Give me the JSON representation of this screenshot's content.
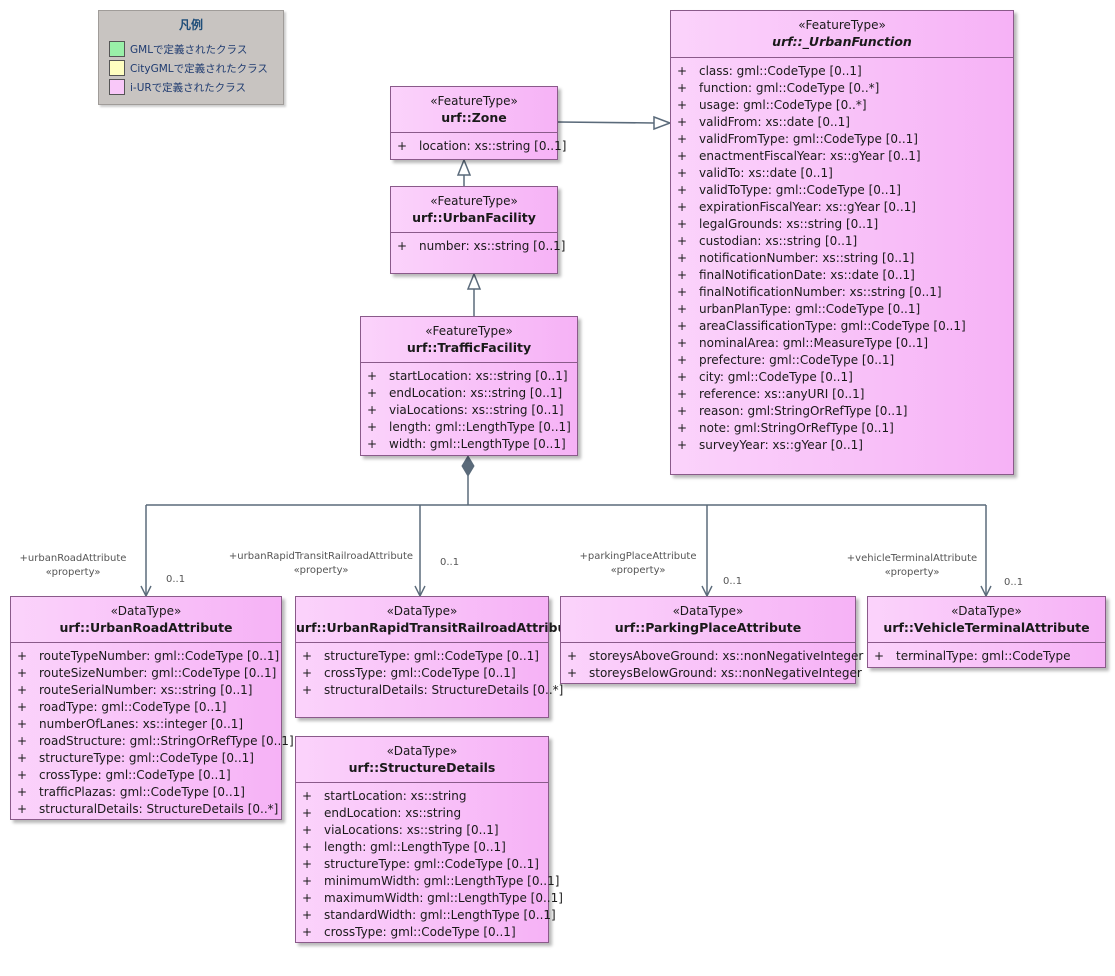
{
  "legend": {
    "title": "凡例",
    "items": [
      {
        "label": "GMLで定義されたクラス",
        "color": "#99f0a8"
      },
      {
        "label": "CityGMLで定義されたクラス",
        "color": "#ffffc0"
      },
      {
        "label": "i-URで定義されたクラス",
        "color": "#f9c8f9"
      }
    ]
  },
  "urban_function": {
    "stereotype": "«FeatureType»",
    "name": "urf::_UrbanFunction",
    "attributes": [
      {
        "vis": "+",
        "text": "class: gml::CodeType [0..1]"
      },
      {
        "vis": "+",
        "text": "function: gml::CodeType [0..*]"
      },
      {
        "vis": "+",
        "text": "usage: gml::CodeType [0..*]"
      },
      {
        "vis": "+",
        "text": "validFrom: xs::date [0..1]"
      },
      {
        "vis": "+",
        "text": "validFromType: gml::CodeType [0..1]"
      },
      {
        "vis": "+",
        "text": "enactmentFiscalYear: xs::gYear [0..1]"
      },
      {
        "vis": "+",
        "text": "validTo: xs::date [0..1]"
      },
      {
        "vis": "+",
        "text": "validToType: gml::CodeType [0..1]"
      },
      {
        "vis": "+",
        "text": "expirationFiscalYear: xs::gYear [0..1]"
      },
      {
        "vis": "+",
        "text": "legalGrounds: xs::string [0..1]"
      },
      {
        "vis": "+",
        "text": "custodian: xs::string [0..1]"
      },
      {
        "vis": "+",
        "text": "notificationNumber: xs::string [0..1]"
      },
      {
        "vis": "+",
        "text": "finalNotificationDate: xs::date [0..1]"
      },
      {
        "vis": "+",
        "text": "finalNotificationNumber: xs::string [0..1]"
      },
      {
        "vis": "+",
        "text": "urbanPlanType: gml::CodeType [0..1]"
      },
      {
        "vis": "+",
        "text": "areaClassificationType: gml::CodeType [0..1]"
      },
      {
        "vis": "+",
        "text": "nominalArea: gml::MeasureType [0..1]"
      },
      {
        "vis": "+",
        "text": "prefecture: gml::CodeType [0..1]"
      },
      {
        "vis": "+",
        "text": "city: gml::CodeType [0..1]"
      },
      {
        "vis": "+",
        "text": "reference: xs::anyURI [0..1]"
      },
      {
        "vis": "+",
        "text": "reason: gml:StringOrRefType [0..1]"
      },
      {
        "vis": "+",
        "text": "note: gml:StringOrRefType [0..1]"
      },
      {
        "vis": "+",
        "text": "surveyYear: xs::gYear [0..1]"
      }
    ]
  },
  "zone": {
    "stereotype": "«FeatureType»",
    "name": "urf::Zone",
    "attributes": [
      {
        "vis": "+",
        "text": "location: xs::string [0..1]"
      }
    ]
  },
  "urban_facility": {
    "stereotype": "«FeatureType»",
    "name": "urf::UrbanFacility",
    "attributes": [
      {
        "vis": "+",
        "text": "number: xs::string [0..1]"
      }
    ]
  },
  "traffic_facility": {
    "stereotype": "«FeatureType»",
    "name": "urf::TrafficFacility",
    "attributes": [
      {
        "vis": "+",
        "text": "startLocation: xs::string [0..1]"
      },
      {
        "vis": "+",
        "text": "endLocation: xs::string [0..1]"
      },
      {
        "vis": "+",
        "text": "viaLocations: xs::string [0..1]"
      },
      {
        "vis": "+",
        "text": "length: gml::LengthType [0..1]"
      },
      {
        "vis": "+",
        "text": "width: gml::LengthType [0..1]"
      }
    ]
  },
  "urban_road_attribute": {
    "stereotype": "«DataType»",
    "name": "urf::UrbanRoadAttribute",
    "attributes": [
      {
        "vis": "+",
        "text": "routeTypeNumber: gml::CodeType [0..1]"
      },
      {
        "vis": "+",
        "text": "routeSizeNumber: gml::CodeType [0..1]"
      },
      {
        "vis": "+",
        "text": "routeSerialNumber: xs::string [0..1]"
      },
      {
        "vis": "+",
        "text": "roadType: gml::CodeType [0..1]"
      },
      {
        "vis": "+",
        "text": "numberOfLanes: xs::integer [0..1]"
      },
      {
        "vis": "+",
        "text": "roadStructure: gml::StringOrRefType [0..1]"
      },
      {
        "vis": "+",
        "text": "structureType: gml::CodeType [0..1]"
      },
      {
        "vis": "+",
        "text": "crossType: gml::CodeType [0..1]"
      },
      {
        "vis": "+",
        "text": "trafficPlazas: gml::CodeType [0..1]"
      },
      {
        "vis": "+",
        "text": "structuralDetails: StructureDetails [0..*]"
      }
    ]
  },
  "rapid_transit_attribute": {
    "stereotype": "«DataType»",
    "name": "urf::UrbanRapidTransitRailroadAttribute",
    "attributes": [
      {
        "vis": "+",
        "text": "structureType: gml::CodeType [0..1]"
      },
      {
        "vis": "+",
        "text": "crossType: gml::CodeType [0..1]"
      },
      {
        "vis": "+",
        "text": "structuralDetails: StructureDetails [0..*]"
      }
    ]
  },
  "parking_place_attribute": {
    "stereotype": "«DataType»",
    "name": "urf::ParkingPlaceAttribute",
    "attributes": [
      {
        "vis": "+",
        "text": "storeysAboveGround: xs::nonNegativeInteger"
      },
      {
        "vis": "+",
        "text": "storeysBelowGround: xs::nonNegativeInteger"
      }
    ]
  },
  "vehicle_terminal_attribute": {
    "stereotype": "«DataType»",
    "name": "urf::VehicleTerminalAttribute",
    "attributes": [
      {
        "vis": "+",
        "text": "terminalType: gml::CodeType"
      }
    ]
  },
  "structure_details": {
    "stereotype": "«DataType»",
    "name": "urf::StructureDetails",
    "attributes": [
      {
        "vis": "+",
        "text": "startLocation: xs::string"
      },
      {
        "vis": "+",
        "text": "endLocation: xs::string"
      },
      {
        "vis": "+",
        "text": "viaLocations: xs::string [0..1]"
      },
      {
        "vis": "+",
        "text": "length: gml::LengthType [0..1]"
      },
      {
        "vis": "+",
        "text": "structureType: gml::CodeType [0..1]"
      },
      {
        "vis": "+",
        "text": "minimumWidth: gml::LengthType [0..1]"
      },
      {
        "vis": "+",
        "text": "maximumWidth: gml::LengthType [0..1]"
      },
      {
        "vis": "+",
        "text": "standardWidth: gml::LengthType [0..1]"
      },
      {
        "vis": "+",
        "text": "crossType: gml::CodeType [0..1]"
      }
    ]
  },
  "associations": {
    "urban_road": {
      "role": "+urbanRoadAttribute",
      "stereotype": "«property»",
      "multiplicity": "0..1"
    },
    "rapid_transit": {
      "role": "+urbanRapidTransitRailroadAttribute",
      "stereotype": "«property»",
      "multiplicity": "0..1"
    },
    "parking_place": {
      "role": "+parkingPlaceAttribute",
      "stereotype": "«property»",
      "multiplicity": "0..1"
    },
    "vehicle_terminal": {
      "role": "+vehicleTerminalAttribute",
      "stereotype": "«property»",
      "multiplicity": "0..1"
    }
  }
}
